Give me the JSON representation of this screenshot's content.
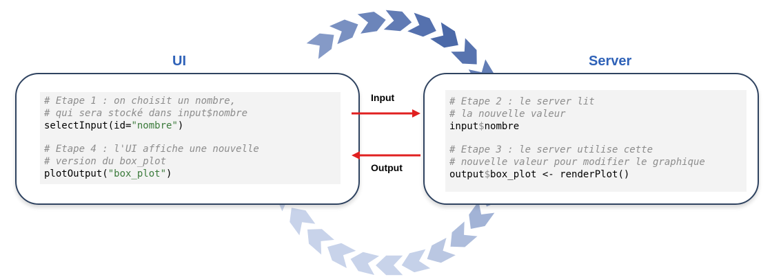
{
  "ui": {
    "title": "UI",
    "code": {
      "step1_comment_1": "# Etape 1 : on choisit un nombre,",
      "step1_comment_2": "# qui sera stocké dans input$nombre",
      "step1_fn": "selectInput(id=",
      "step1_str": "\"nombre\"",
      "step1_end": ")",
      "step4_comment_1": "# Etape 4 : l'UI affiche une nouvelle",
      "step4_comment_2": "# version du box_plot",
      "step4_fn": "plotOutput(",
      "step4_str": "\"box_plot\"",
      "step4_end": ")"
    }
  },
  "server": {
    "title": "Server",
    "code": {
      "step2_comment_1": "# Etape 2 : le server lit",
      "step2_comment_2": "# la nouvelle valeur",
      "step2_obj": "input",
      "step2_dollar": "$",
      "step2_field": "nombre",
      "step3_comment_1": "# Etape 3 : le server utilise cette",
      "step3_comment_2": "# nouvelle valeur pour modifier le graphique",
      "step3_obj": "output",
      "step3_dollar": "$",
      "step3_rest": "box_plot <- renderPlot()"
    }
  },
  "arrows": {
    "input_label": "Input",
    "output_label": "Output",
    "arrow_color": "#e02020"
  },
  "cycle": {
    "dark_color": "#4a68a8",
    "light_color": "#c8d3ea"
  }
}
